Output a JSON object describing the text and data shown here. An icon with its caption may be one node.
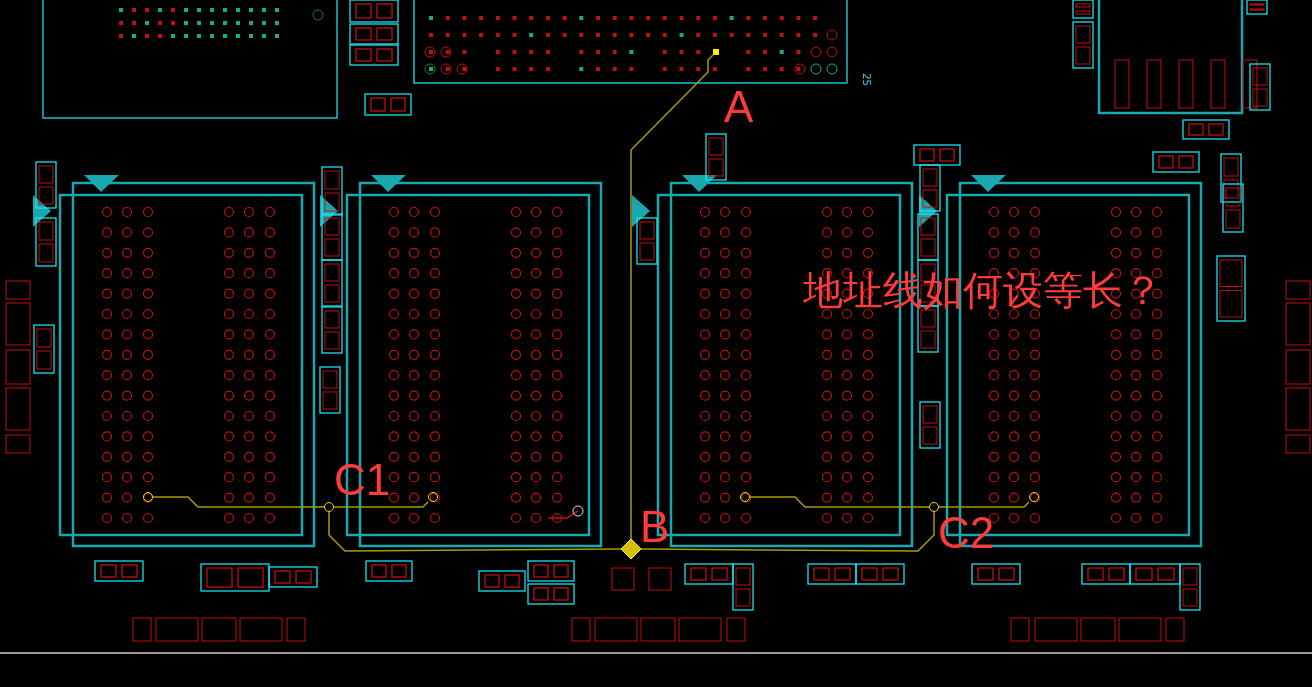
{
  "diagram": {
    "nodes": [
      {
        "text": [],
        "shape": "box",
        "beside": [
          "A"
        ]
      },
      {
        "text": [],
        "shape": "diamond",
        "beside": [
          "B"
        ]
      },
      {
        "text": [],
        "shape": "circle",
        "beside": [
          "C1"
        ]
      },
      {
        "text": [],
        "shape": "circle",
        "beside": [
          "C2"
        ]
      },
      {
        "text": [],
        "shape": "circle"
      },
      {
        "text": [],
        "shape": "circle"
      },
      {
        "text": [],
        "shape": "circle"
      },
      {
        "text": [],
        "shape": "circle"
      }
    ],
    "edges": [
      {
        "from": 0,
        "to": 1,
        "arrow": "none"
      },
      {
        "from": 1,
        "to": 2,
        "arrow": "none"
      },
      {
        "from": 1,
        "to": 3,
        "arrow": "none"
      },
      {
        "from": 2,
        "to": 4,
        "arrow": "none"
      },
      {
        "from": 2,
        "to": 5,
        "arrow": "none"
      },
      {
        "from": 3,
        "to": 6,
        "arrow": "none"
      },
      {
        "from": 3,
        "to": 7,
        "arrow": "none"
      }
    ],
    "labels": [
      "25",
      "地址线如何设等长？"
    ]
  }
}
